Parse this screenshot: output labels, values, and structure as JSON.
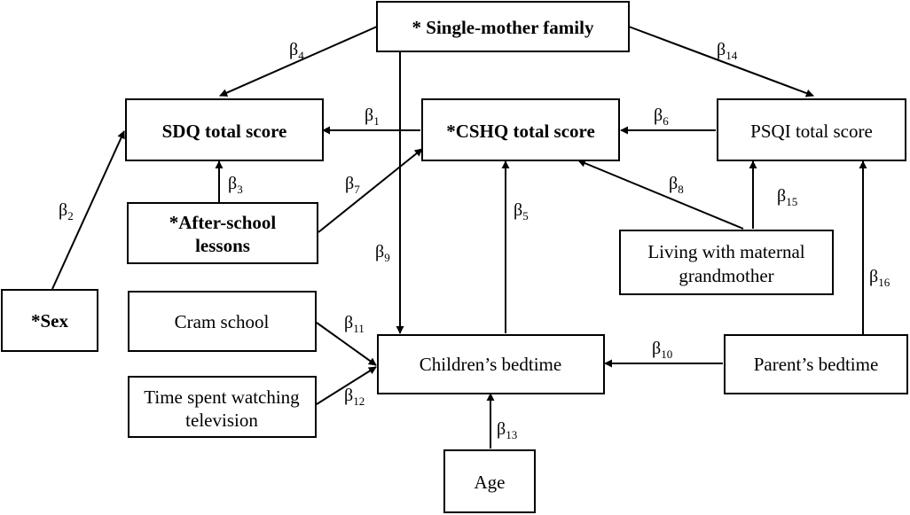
{
  "nodes": {
    "single_mother": {
      "text": "* Single-mother family"
    },
    "sdq": {
      "text": "SDQ total score"
    },
    "cshq": {
      "text": "*CSHQ total score"
    },
    "psqi": {
      "text": "PSQI total score"
    },
    "after_school": {
      "line1": "*After-school",
      "line2": "lessons"
    },
    "sex": {
      "text": "*Sex"
    },
    "cram": {
      "text": "Cram school"
    },
    "tv": {
      "line1": "Time spent watching",
      "line2": "television"
    },
    "children_bedtime": {
      "text": "Children’s bedtime"
    },
    "living_grandmother": {
      "line1": "Living with maternal",
      "line2": "grandmother"
    },
    "parent_bedtime": {
      "text": "Parent’s bedtime"
    },
    "age": {
      "text": "Age"
    }
  },
  "paths": {
    "b1": {
      "symbol": "β",
      "sub": "1"
    },
    "b2": {
      "symbol": "β",
      "sub": "2"
    },
    "b3": {
      "symbol": "β",
      "sub": "3"
    },
    "b4": {
      "symbol": "β",
      "sub": "4"
    },
    "b5": {
      "symbol": "β",
      "sub": "5"
    },
    "b6": {
      "symbol": "β",
      "sub": "6"
    },
    "b7": {
      "symbol": "β",
      "sub": "7"
    },
    "b8": {
      "symbol": "β",
      "sub": "8"
    },
    "b9": {
      "symbol": "β",
      "sub": "9"
    },
    "b10": {
      "symbol": "β",
      "sub": "10"
    },
    "b11": {
      "symbol": "β",
      "sub": "11"
    },
    "b12": {
      "symbol": "β",
      "sub": "12"
    },
    "b13": {
      "symbol": "β",
      "sub": "13"
    },
    "b14": {
      "symbol": "β",
      "sub": "14"
    },
    "b15": {
      "symbol": "β",
      "sub": "15"
    },
    "b16": {
      "symbol": "β",
      "sub": "16"
    }
  }
}
